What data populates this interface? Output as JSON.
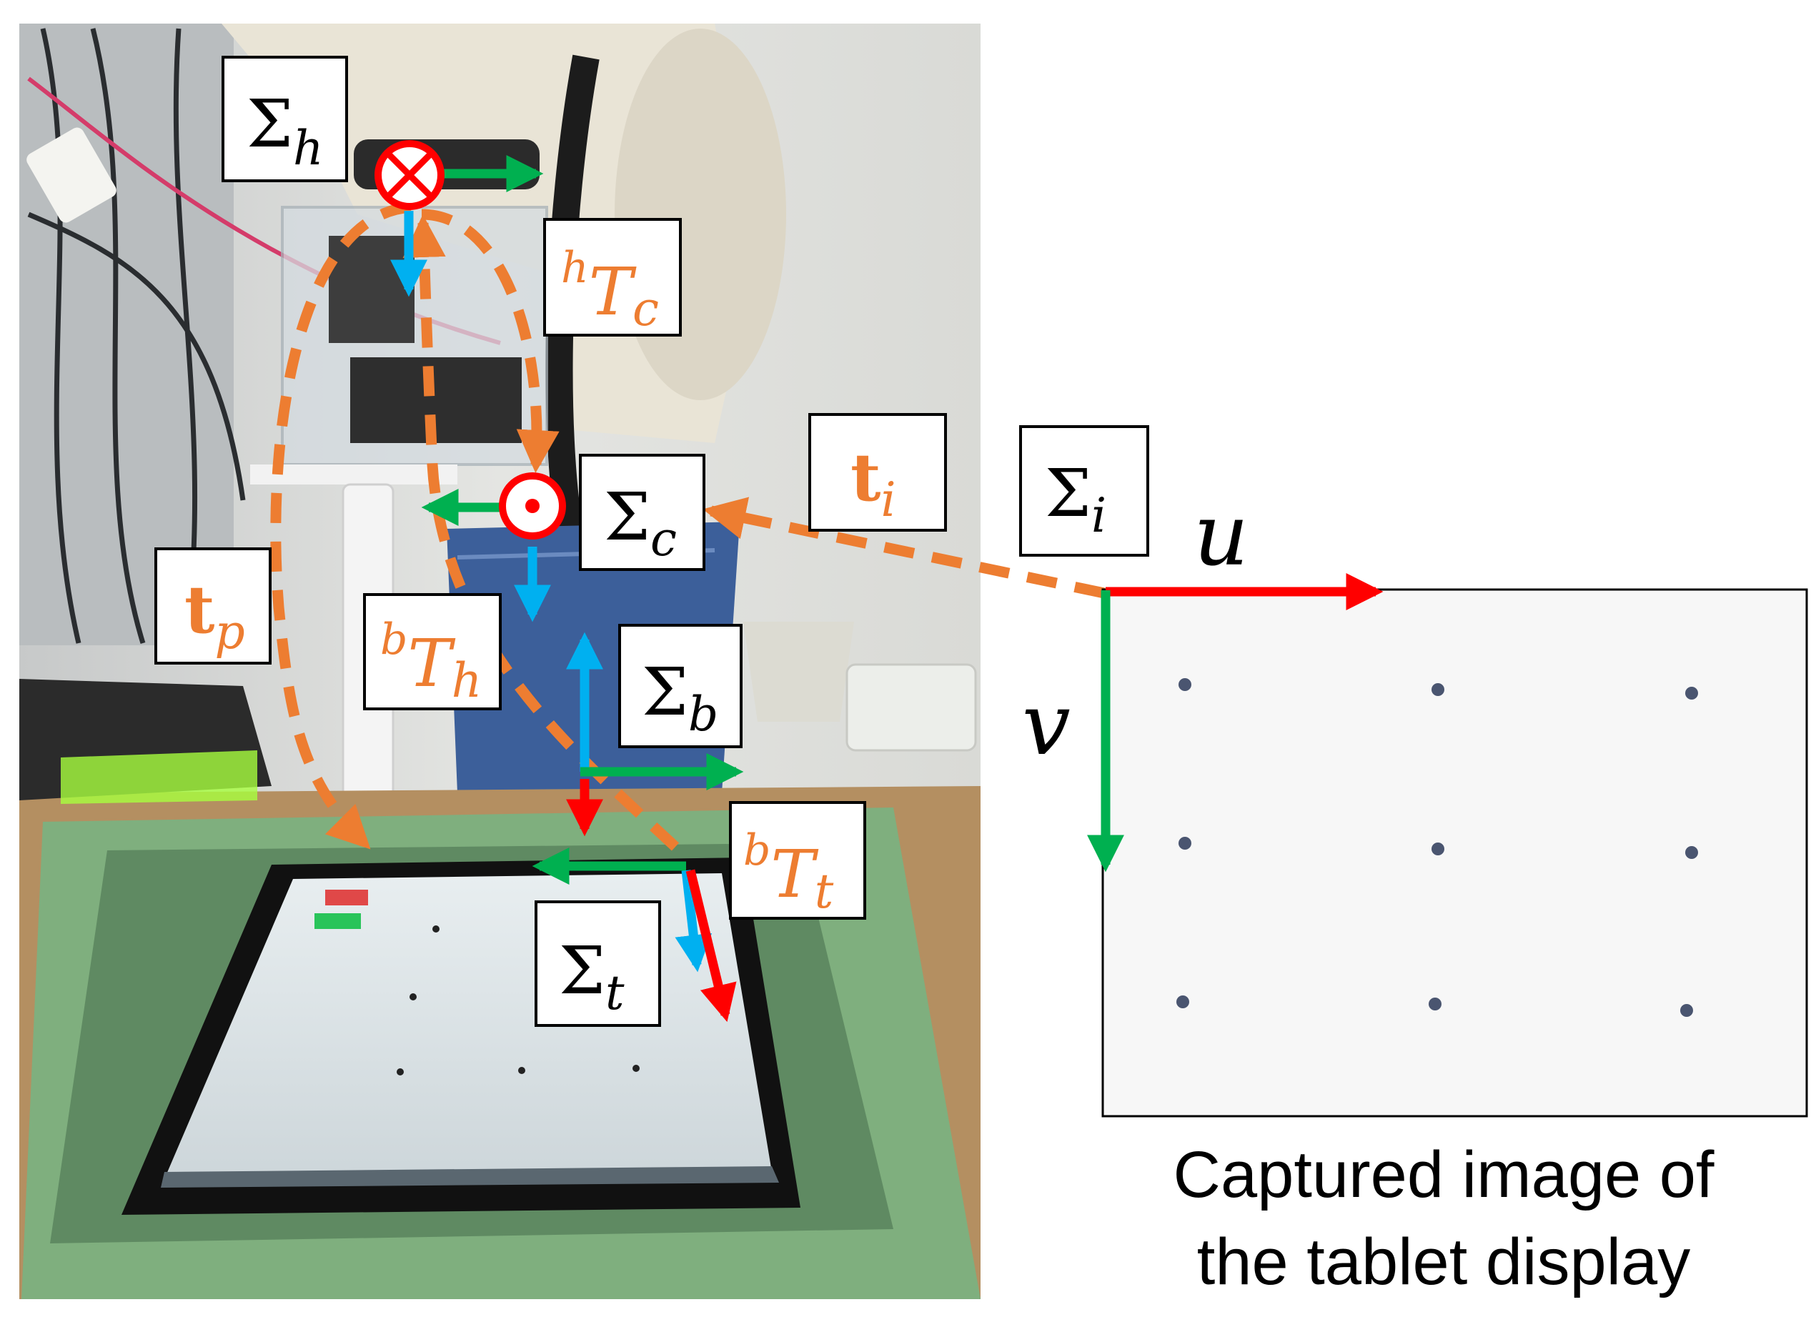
{
  "colors": {
    "orange": "#ED7D31",
    "red": "#FF0000",
    "green": "#00B050",
    "blue": "#00B0F0",
    "black": "#000000",
    "panel": "#F7F7F7"
  },
  "photo": {
    "description_icon": "robot-arm-photo",
    "labels": {
      "sigma_h": {
        "main": "Σ",
        "sub": "h"
      },
      "h_T_c": {
        "sup": "h",
        "main": "T",
        "sub": "c"
      },
      "sigma_c": {
        "main": "Σ",
        "sub": "c"
      },
      "t_i": {
        "main": "t",
        "sub": "i"
      },
      "t_p": {
        "main": "t",
        "sub": "p"
      },
      "b_T_h": {
        "sup": "b",
        "main": "T",
        "sub": "h"
      },
      "sigma_b": {
        "main": "Σ",
        "sub": "b"
      },
      "b_T_t": {
        "sup": "b",
        "main": "T",
        "sub": "t"
      },
      "sigma_t": {
        "main": "Σ",
        "sub": "t"
      }
    }
  },
  "captured": {
    "sigma_i": {
      "main": "Σ",
      "sub": "i"
    },
    "u_label": "u",
    "v_label": "v",
    "dot_grid": {
      "rows": 3,
      "cols": 3
    },
    "caption_line1": "Captured image of",
    "caption_line2": "the tablet display"
  }
}
